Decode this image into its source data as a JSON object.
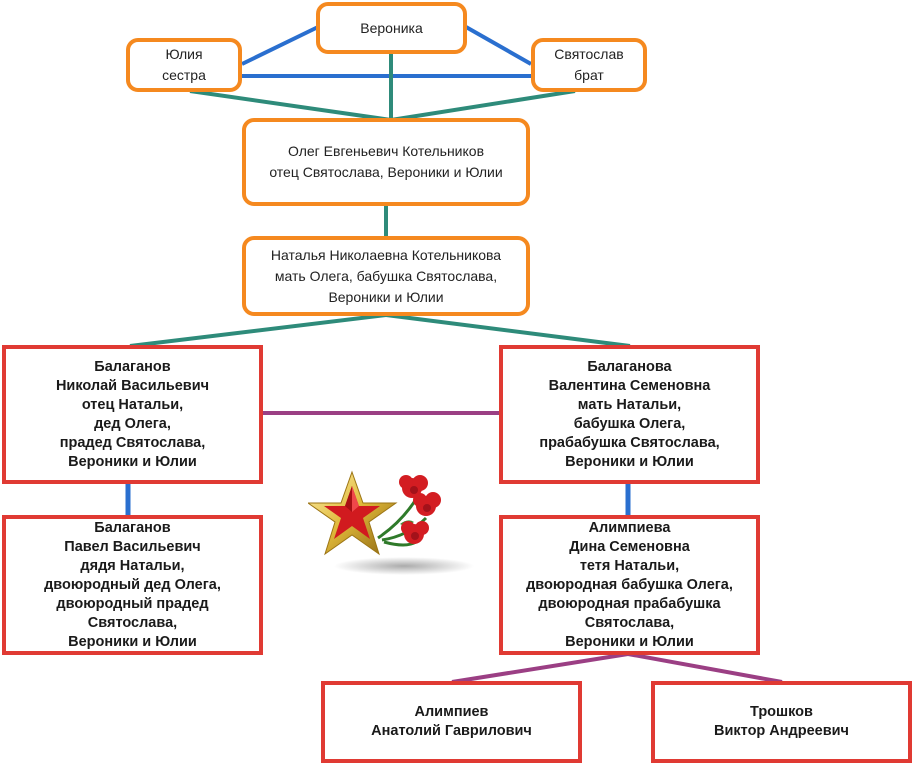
{
  "colors": {
    "orange_border": "#f5891f",
    "red_border": "#e03a33",
    "sibling_line": "#2a6fcf",
    "parent_line": "#2e8b7a",
    "spouse_line": "#9b3f84"
  },
  "nodes": {
    "veronika": [
      "Вероника"
    ],
    "yulia": [
      "Юлия",
      "сестра"
    ],
    "svyatoslav": [
      "Святослав",
      "брат"
    ],
    "oleg": [
      "Олег Евгеньевич Котельников",
      "отец Святослава, Вероники и Юлии"
    ],
    "natalya": [
      "Наталья Николаевна Котельникова",
      "мать Олега, бабушка Святослава,",
      "Вероники и Юлии"
    ],
    "nikolai": [
      "Балаганов",
      "Николай Васильевич",
      "отец Натальи,",
      "дед Олега,",
      "прадед Святослава,",
      "Вероники и Юлии"
    ],
    "valentina": [
      "Балаганова",
      "Валентина Семеновна",
      "мать Натальи,",
      "бабушка Олега,",
      "прабабушка Святослава,",
      "Вероники и Юлии"
    ],
    "pavel": [
      "Балаганов",
      "Павел Васильевич",
      "дядя Натальи,",
      "двоюродный дед Олега,",
      "двоюродный прадед",
      "Святослава,",
      "Вероники и Юлии"
    ],
    "dina": [
      "Алимпиева",
      "Дина Семеновна",
      "тетя Натальи,",
      "двоюродная бабушка Олега,",
      "двоюродная прабабушка",
      "Святослава,",
      "Вероники и Юлии"
    ],
    "anatoliy": [
      "Алимпиев",
      "Анатолий Гаврилович"
    ],
    "viktor": [
      "Трошков",
      "Виктор Андреевич"
    ]
  },
  "emblem": {
    "icon": "red-star-with-carnations-icon"
  }
}
